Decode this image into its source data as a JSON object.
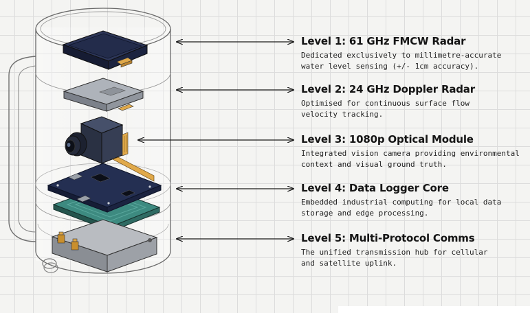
{
  "levels": [
    {
      "title": "Level 1: 61 GHz FMCW Radar",
      "description": "Dedicated exclusively to millimetre-accurate\nwater level sensing (+/- 1cm accuracy)."
    },
    {
      "title": "Level 2: 24 GHz Doppler Radar",
      "description": "Optimised for continuous surface flow\nvelocity tracking."
    },
    {
      "title": "Level 3: 1080p Optical Module",
      "description": "Integrated vision camera providing environmental\ncontext and visual ground truth."
    },
    {
      "title": "Level 4: Data Logger Core",
      "description": "Embedded industrial computing for local data\nstorage and edge processing."
    },
    {
      "title": "Level 5: Multi-Protocol Comms",
      "description": "The unified transmission hub for cellular\nand satellite uplink."
    }
  ],
  "colors": {
    "radar_top": "#232c4b",
    "doppler_top": "#a9aeb6",
    "camera_body": "#2e3547",
    "pcb": "#242f52",
    "heatsink": "#3d8a80",
    "comms_box": "#adb0b5",
    "connector": "#e0a94a"
  }
}
